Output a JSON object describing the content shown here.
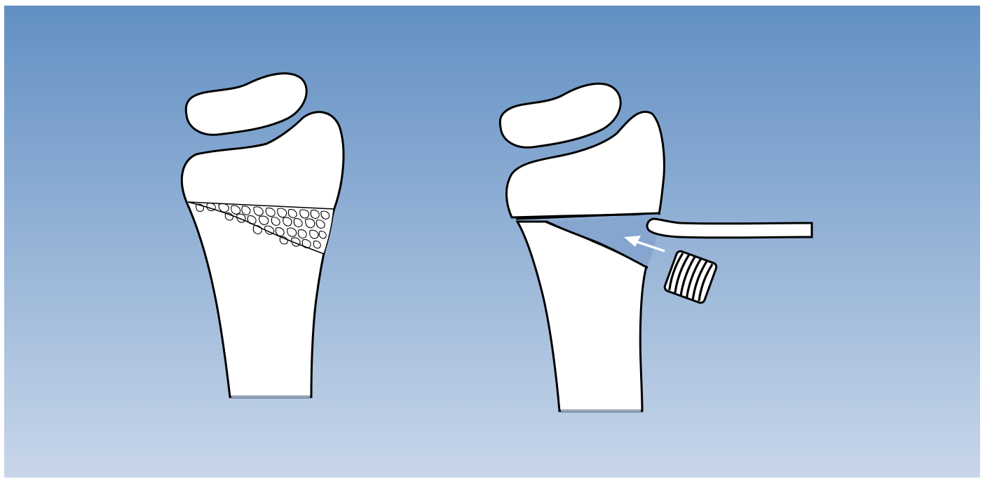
{
  "figure": {
    "background": {
      "top_color": "#6290c3",
      "bottom_color": "#c8d6ea"
    },
    "outline_color": "#000000",
    "bone_fill": "#ffffff",
    "panels": [
      {
        "id": "left",
        "content": [
          "carpal-bone",
          "distal-radius",
          "bone-graft-defect"
        ]
      },
      {
        "id": "right",
        "content": [
          "carpal-bone",
          "distal-radius",
          "wedge-osteotomy-gap",
          "elevator-instrument",
          "cylindrical-bone-graft",
          "insertion-arrow"
        ]
      }
    ],
    "arrow_color": "#ffffff",
    "icons": [
      "arrow-icon"
    ]
  }
}
